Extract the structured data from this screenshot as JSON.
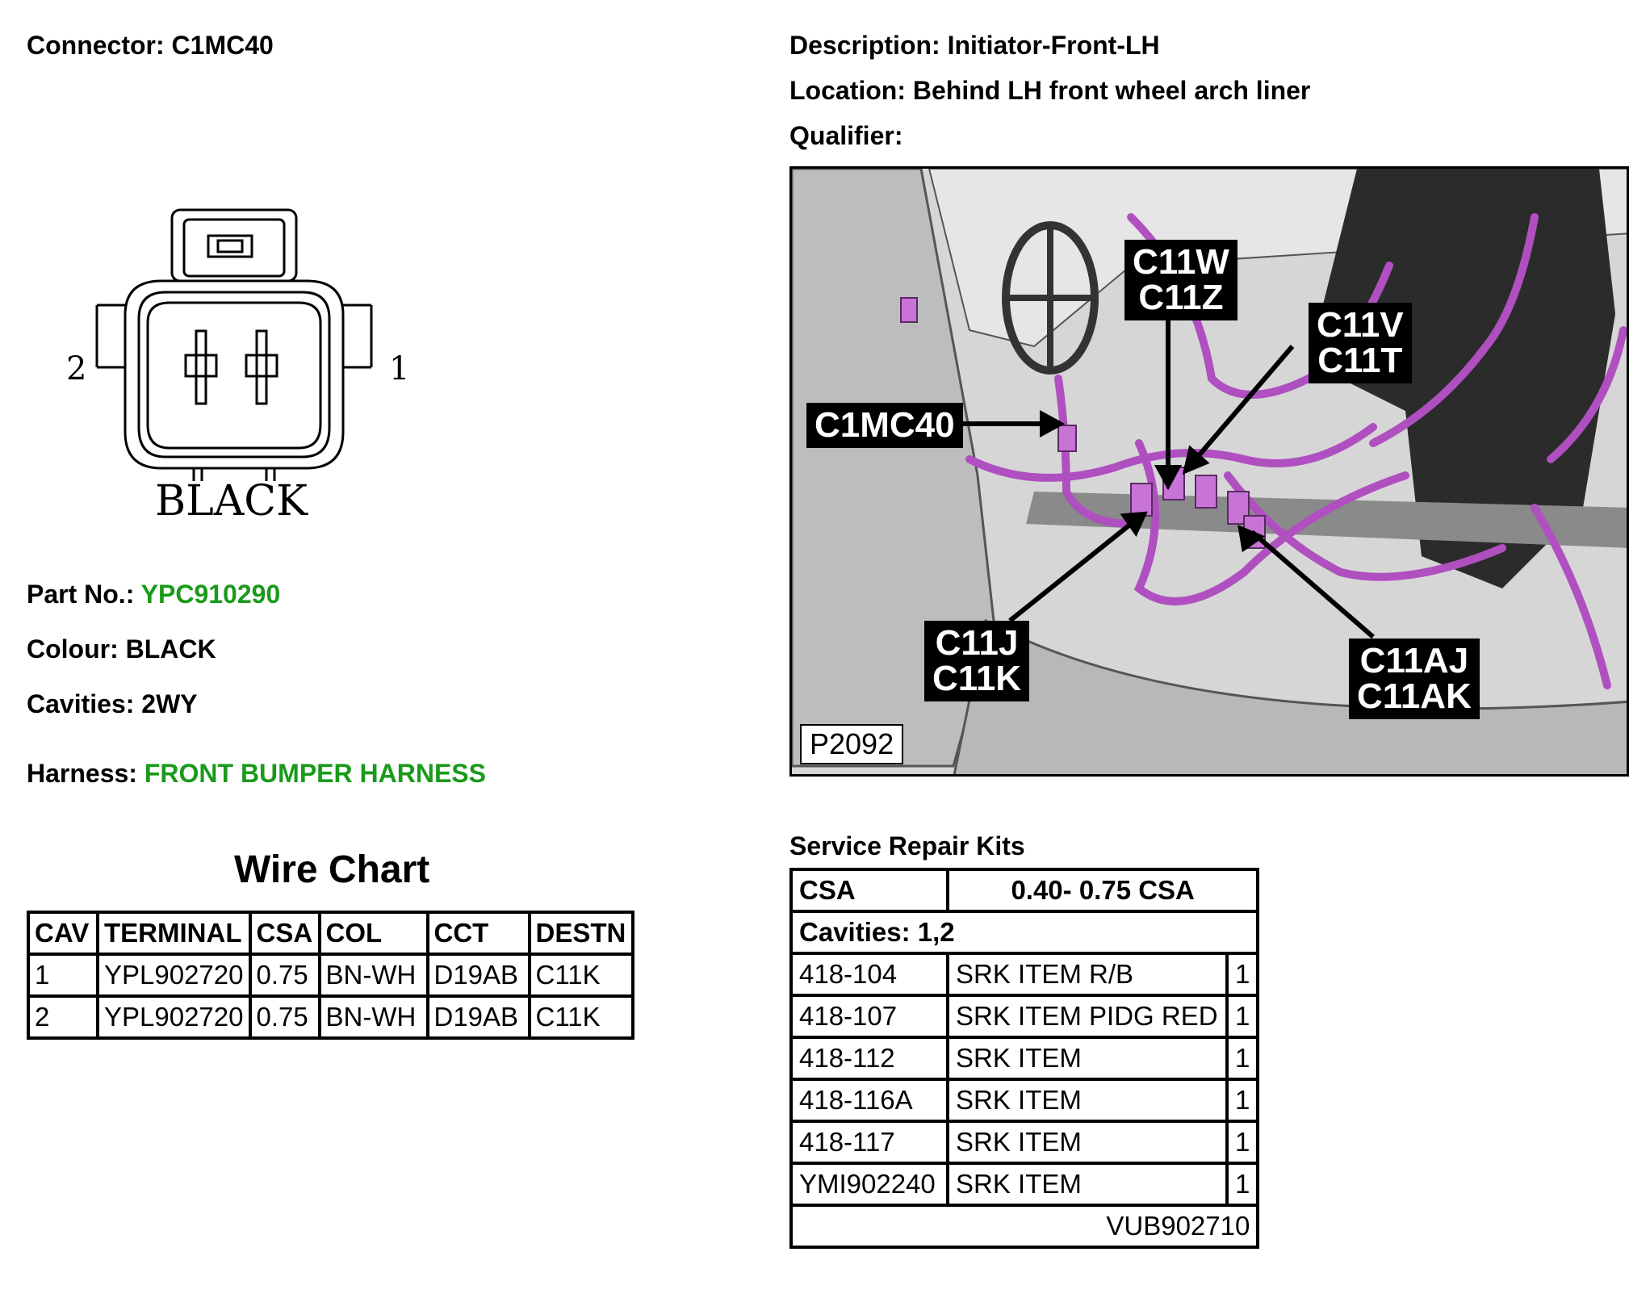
{
  "header": {
    "connector_label": "Connector:",
    "connector_value": "C1MC40",
    "description_label": "Description:",
    "description_value": "Initiator-Front-LH",
    "location_label": "Location:",
    "location_value": "Behind LH front wheel arch liner",
    "qualifier_label": "Qualifier:"
  },
  "connector_drawing": {
    "pin_left": "2",
    "pin_right": "1",
    "colour_text": "BLACK"
  },
  "details": {
    "part_label": "Part No.:",
    "part_value": "YPC910290",
    "colour_label": "Colour:",
    "colour_value": "BLACK",
    "cavities_label": "Cavities:",
    "cavities_value": "2WY",
    "harness_label": "Harness:",
    "harness_value": "FRONT BUMPER HARNESS",
    "link_color": "#1a9a1a"
  },
  "wire_chart": {
    "title": "Wire Chart",
    "headers": [
      "CAV",
      "TERMINAL",
      "CSA",
      "COL",
      "CCT",
      "DESTN"
    ],
    "rows": [
      [
        "1",
        "YPL902720",
        "0.75",
        "BN-WH",
        "D19AB",
        "C11K"
      ],
      [
        "2",
        "YPL902720",
        "0.75",
        "BN-WH",
        "D19AB",
        "C11K"
      ]
    ]
  },
  "photo": {
    "callouts": {
      "c1mc40": "C1MC40",
      "c11w": "C11W",
      "c11z": "C11Z",
      "c11v": "C11V",
      "c11t": "C11T",
      "c11j": "C11J",
      "c11k": "C11K",
      "c11aj": "C11AJ",
      "c11ak": "C11AK"
    },
    "figure_id": "P2092",
    "harness_color": "#b04fc0"
  },
  "repair_kits": {
    "title": "Service Repair Kits",
    "csa_label": "CSA",
    "csa_value": "0.40- 0.75 CSA",
    "cavities": "Cavities: 1,2",
    "items": [
      [
        "418-104",
        "SRK ITEM R/B",
        "1"
      ],
      [
        "418-107",
        "SRK ITEM PIDG RED",
        "1"
      ],
      [
        "418-112",
        "SRK ITEM",
        "1"
      ],
      [
        "418-116A",
        "SRK ITEM",
        "1"
      ],
      [
        "418-117",
        "SRK ITEM",
        "1"
      ],
      [
        "YMI902240",
        "SRK ITEM",
        "1"
      ]
    ],
    "footer": "VUB902710"
  }
}
